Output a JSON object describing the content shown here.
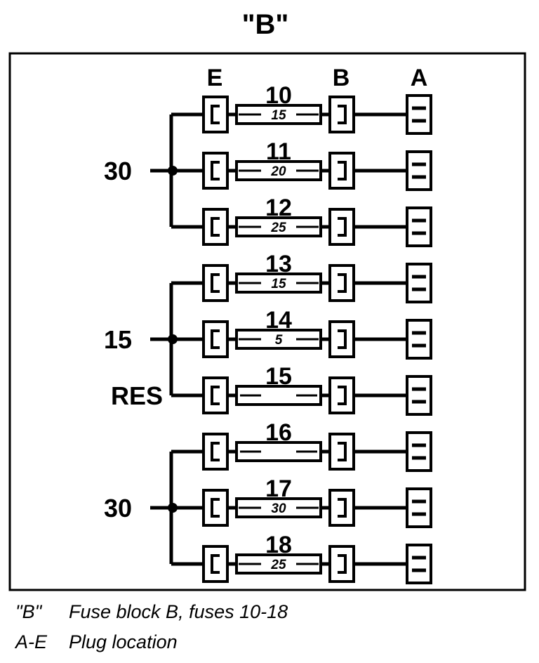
{
  "title": "\"B\"",
  "columns": {
    "e": "E",
    "b": "B",
    "a": "A"
  },
  "groups": [
    {
      "feed_label": "30",
      "fuses": [
        {
          "number": "10",
          "rating": "15"
        },
        {
          "number": "11",
          "rating": "20"
        },
        {
          "number": "12",
          "rating": "25"
        }
      ]
    },
    {
      "feed_label": "15",
      "extra_label": "RES",
      "fuses": [
        {
          "number": "13",
          "rating": "15"
        },
        {
          "number": "14",
          "rating": "5"
        },
        {
          "number": "15",
          "rating": ""
        }
      ]
    },
    {
      "feed_label": "30",
      "fuses": [
        {
          "number": "16",
          "rating": ""
        },
        {
          "number": "17",
          "rating": "30"
        },
        {
          "number": "18",
          "rating": "25"
        }
      ]
    }
  ],
  "legend": [
    {
      "key": "\"B\"",
      "text": "Fuse block B, fuses 10-18"
    },
    {
      "key": "A-E",
      "text": "Plug location"
    }
  ],
  "colors": {
    "ink": "#000000",
    "paper": "#ffffff"
  }
}
